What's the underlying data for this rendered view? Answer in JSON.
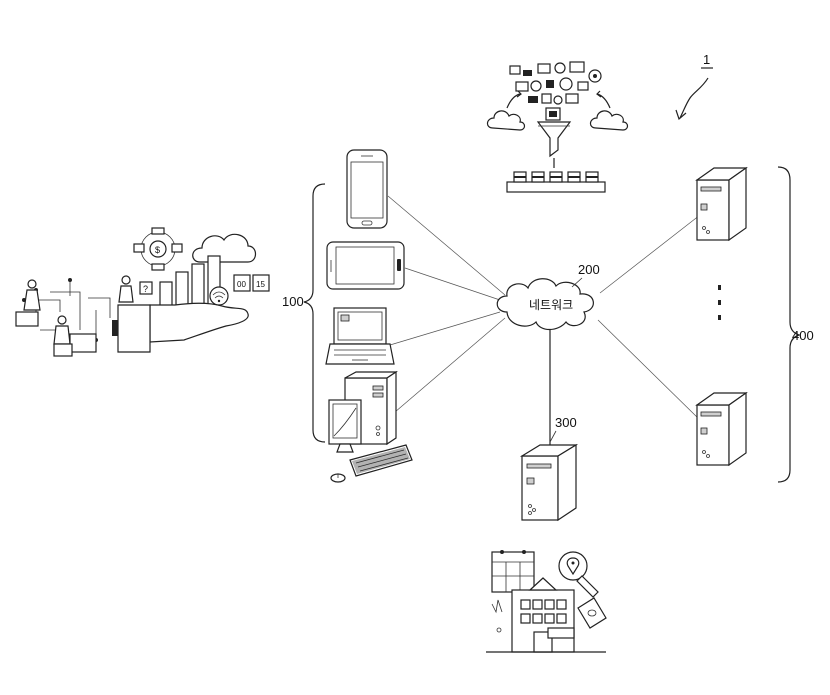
{
  "labels": {
    "system_ref": "1",
    "user_devices_ref": "100",
    "network_ref": "200",
    "network_name": "네트워크",
    "server_ref": "300",
    "external_servers_ref": "400",
    "ellipsis": "⋮"
  },
  "icons": [
    "smartphone-icon",
    "tablet-icon",
    "laptop-icon",
    "desktop-computer-icon",
    "keyboard-icon",
    "mouse-icon",
    "cloud-icon",
    "server-icon",
    "funnel-icon",
    "database-icon",
    "hand-icon",
    "wifi-icon",
    "building-icon",
    "calendar-icon",
    "map-pin-icon",
    "magnifier-icon",
    "money-icon"
  ],
  "colors": {
    "line": "#222222",
    "link": "#555555",
    "background": "#ffffff"
  }
}
